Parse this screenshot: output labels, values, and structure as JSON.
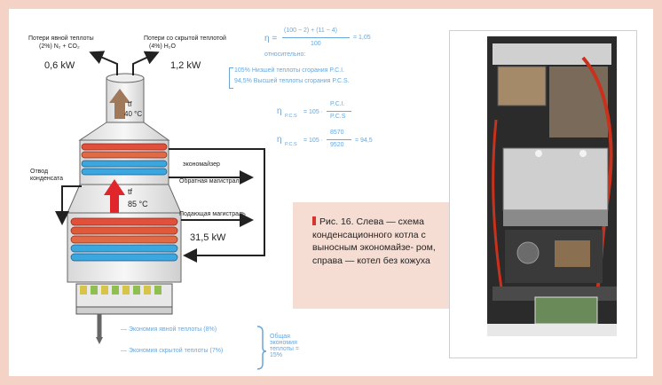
{
  "diagram": {
    "loss_visible": "Потери явной теплоты",
    "loss_visible_formula": "(2%) N₂ + CO₂",
    "loss_visible_value": "0,6 kW",
    "loss_hidden": "Потери со скрытой теплотой",
    "loss_hidden_formula": "(4%) H₂O",
    "loss_hidden_value": "1,2 kW",
    "tf_top": "tf",
    "tf_top_temp": "40 °C",
    "tf_mid": "tf",
    "tf_mid_temp": "85 °C",
    "condensate": "Отвод конденсата",
    "economizer": "экономайзер",
    "return_line": "Обратная магистраль",
    "supply_line": "Подающая магистраль",
    "power": "31,5 kW",
    "saving_visible": "— Экономия явной теплоты (8%)",
    "saving_hidden": "— Экономия скрытой теплоты (7%)",
    "saving_total": "Общая экономия теплоты = 15%"
  },
  "formulas": {
    "f1_lhs": "η =",
    "f1_num": "(100 − 2) + (11 − 4)",
    "f1_den": "100",
    "f1_res": "= 1,05",
    "relative": "относительно:",
    "pci_line": "105% Низшей теплоты сгорания P.C.I.",
    "pcs_line": "94,5% Высшей теплоты сгорания P.C.S.",
    "f2_lhs": "η",
    "f2_sub": "P.C.S",
    "f2_eq": "= 105 ·",
    "f2_num": "P.C.I.",
    "f2_den": "P.C.S",
    "f3_lhs": "η",
    "f3_sub": "P.C.S",
    "f3_eq": "= 105 ·",
    "f3_num": "8570",
    "f3_den": "9520",
    "f3_res": "= 94,5"
  },
  "caption": {
    "text": "Рис. 16. Слева — схема конденсационного котла с выносным экономайзе- ром, справа — котел без кожуха"
  },
  "colors": {
    "frame": "#f4d3c6",
    "accent": "#d7342d",
    "formula_blue": "#6aa6d8",
    "coil_red": "#e0503a",
    "coil_blue": "#3aa7de"
  }
}
